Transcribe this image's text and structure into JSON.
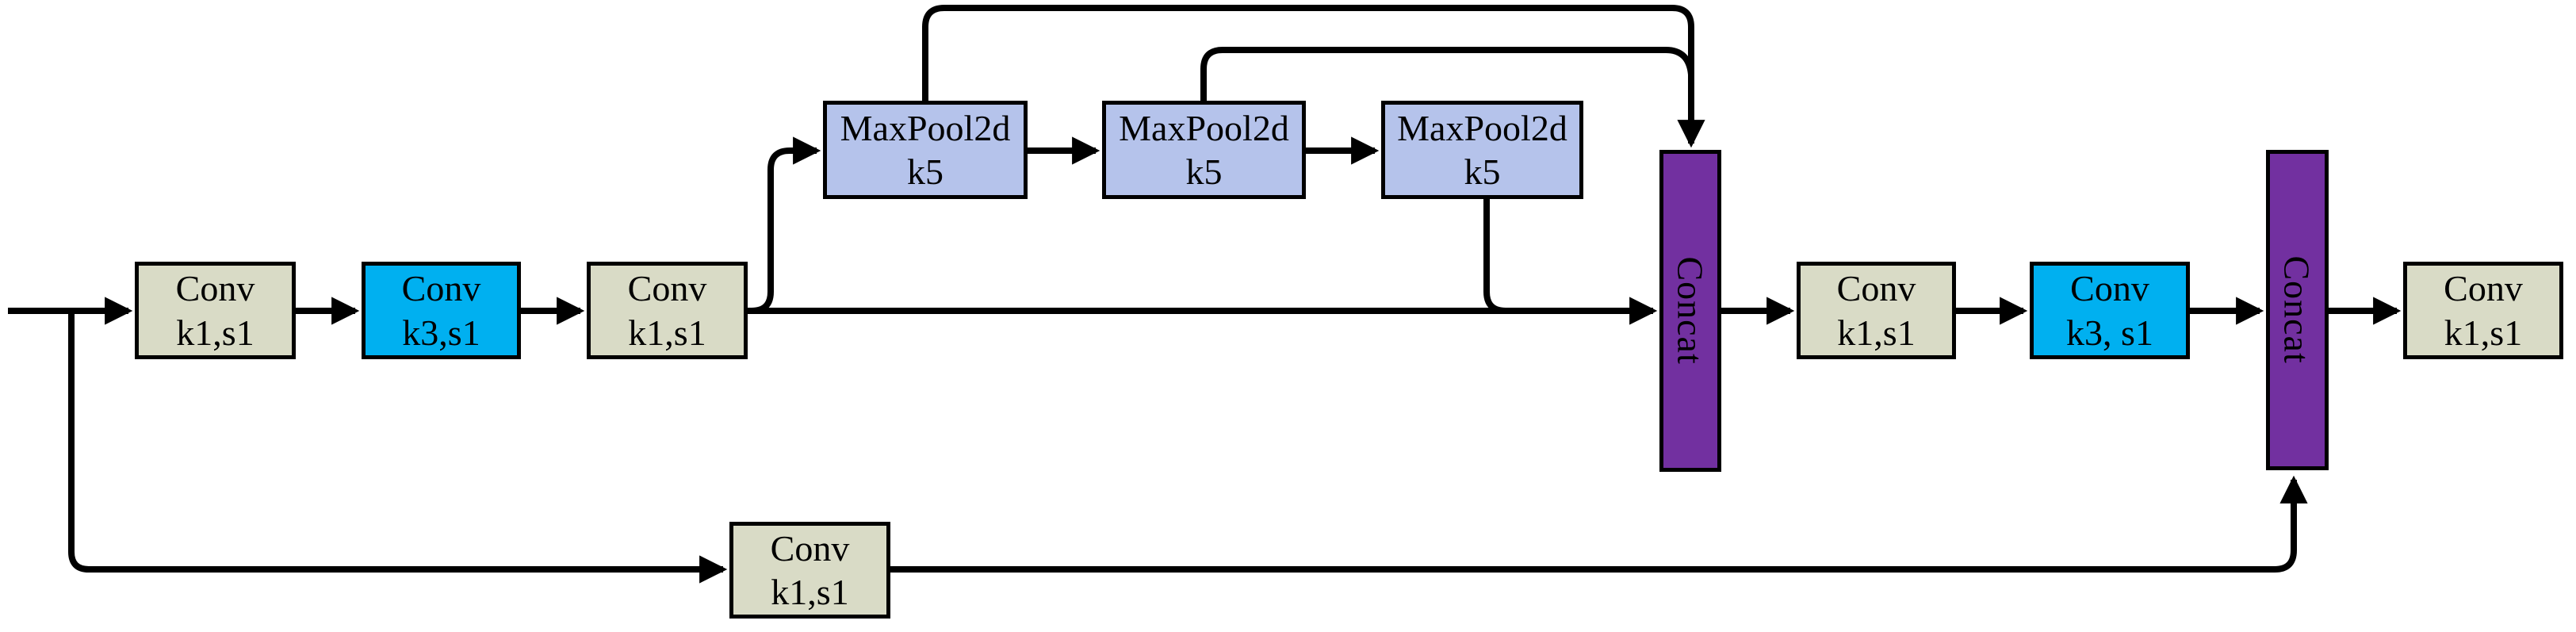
{
  "diagram": {
    "nodes": {
      "conv1": {
        "line1": "Conv",
        "line2": "k1,s1"
      },
      "conv2": {
        "line1": "Conv",
        "line2": "k3,s1"
      },
      "conv3": {
        "line1": "Conv",
        "line2": "k1,s1"
      },
      "maxpool1": {
        "line1": "MaxPool2d",
        "line2": "k5"
      },
      "maxpool2": {
        "line1": "MaxPool2d",
        "line2": "k5"
      },
      "maxpool3": {
        "line1": "MaxPool2d",
        "line2": "k5"
      },
      "concat1": {
        "label": "Concat"
      },
      "conv4": {
        "line1": "Conv",
        "line2": "k1,s1"
      },
      "conv5": {
        "line1": "Conv",
        "line2": "k3, s1"
      },
      "concat2": {
        "label": "Concat"
      },
      "conv6": {
        "line1": "Conv",
        "line2": "k1,s1"
      },
      "conv_bypass": {
        "line1": "Conv",
        "line2": "k1,s1"
      }
    },
    "colors": {
      "conv-plain": "#d9dbc6",
      "conv-accent": "#00b0f0",
      "maxpool": "#b5c3eb",
      "concat": "#7230a0",
      "wire": "#000000"
    }
  }
}
